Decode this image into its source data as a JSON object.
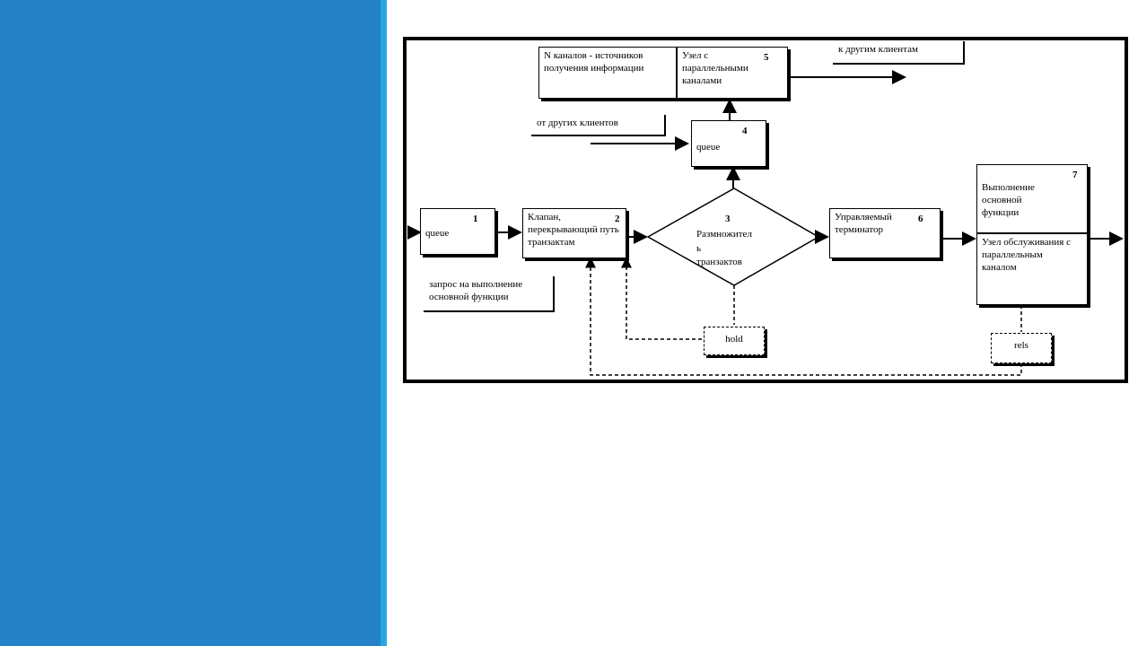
{
  "diagram": {
    "channels_label": "N каналов - источников получения информации",
    "node5_label": "Узел с параллельными каналами",
    "node5_num": "5",
    "to_other_clients": "к другим клиентам",
    "from_other_clients": "от других клиентов",
    "queue4_label": "queue",
    "queue4_num": "4",
    "queue1_label": "queue",
    "queue1_num": "1",
    "valve_label": "Клапан, перекрывающий путь транзактам",
    "valve_num": "2",
    "splitter_num": "3",
    "splitter_label_1": "Размножител",
    "splitter_label_2": "ь",
    "splitter_label_3": "транзактов",
    "terminator_label": "Управляемый терминатор",
    "terminator_num": "6",
    "main_func_label": "Выполнение основной функции",
    "main_func_num": "7",
    "service_label": "Узел обслуживания с параллельным каналом",
    "request_label": "запрос на выполнение основной функции",
    "hold_label": "hold",
    "rels_label": "rels"
  }
}
